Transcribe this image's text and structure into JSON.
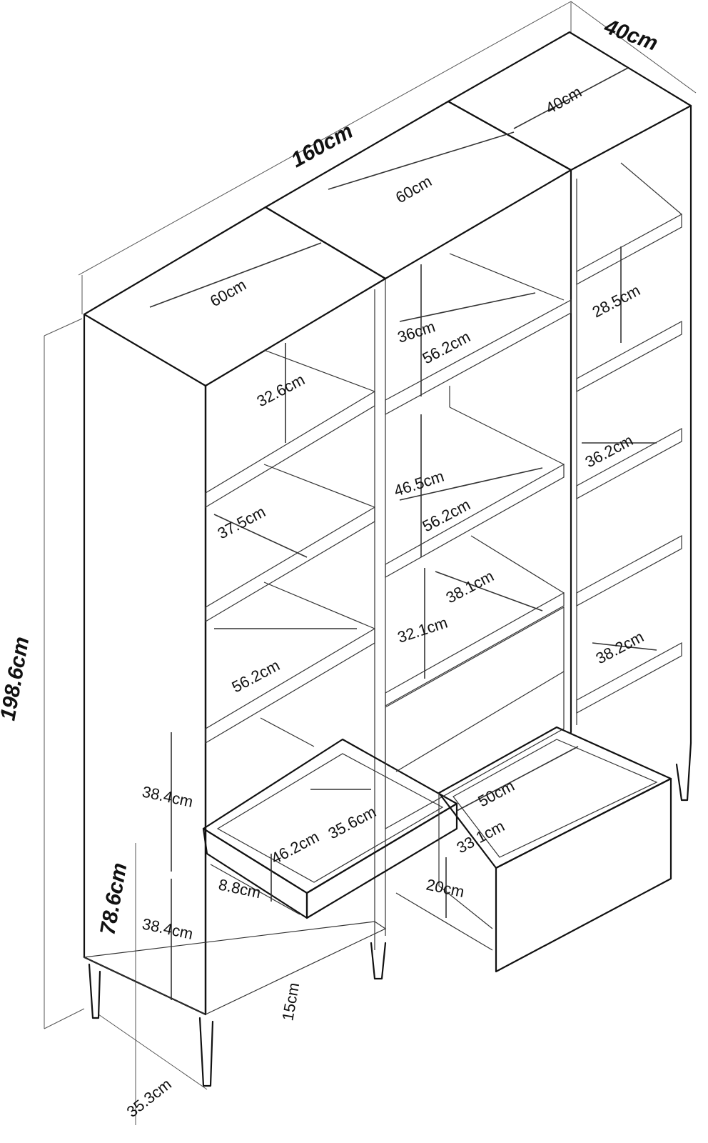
{
  "dimensions": {
    "total_width": "160cm",
    "depth": "40cm",
    "total_height": "198.6cm",
    "left_unit_width": "60cm",
    "middle_unit_width": "60cm",
    "right_unit_depth": "40cm",
    "lower_height": "78.6cm"
  },
  "left_unit": {
    "shelf_gap_top": "32.6cm",
    "shelf_depth_2": "37.5cm",
    "shelf_width": "56.2cm",
    "drawer_gap_upper": "38.4cm",
    "drawer_gap_lower": "38.4cm",
    "drawer_width": "46.2cm",
    "drawer_depth": "35.6cm",
    "drawer_height": "8.8cm",
    "leg_depth": "35.3cm",
    "leg_height": "15cm"
  },
  "middle_unit": {
    "top_gap": "36cm",
    "top_shelf_width": "56.2cm",
    "middle_gap": "46.5cm",
    "middle_shelf_width": "56.2cm",
    "lower_gap": "32.1cm",
    "lower_shelf_depth": "38.1cm"
  },
  "right_unit": {
    "top_gap": "28.5cm",
    "shelf_depth": "36.2cm",
    "lower_shelf_depth": "38.2cm",
    "drawer_width": "50cm",
    "drawer_depth": "33.1cm",
    "drawer_height": "20cm"
  }
}
